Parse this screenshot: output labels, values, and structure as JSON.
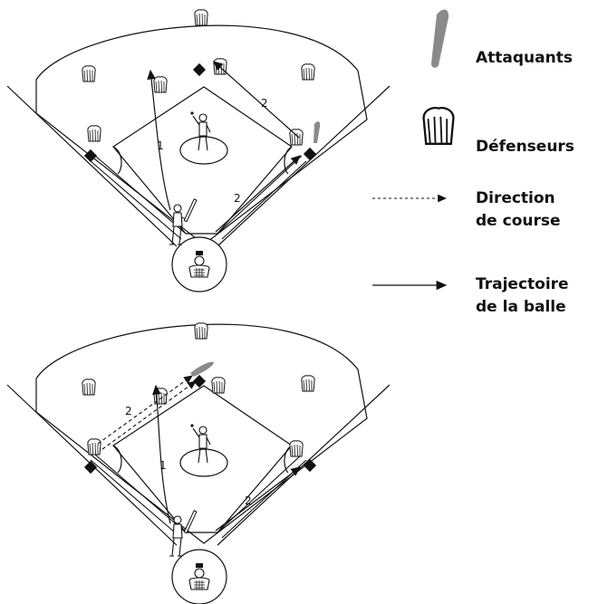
{
  "legend": {
    "attackers": "Attaquants",
    "defenders": "Défenseurs",
    "running_line1": "Direction",
    "running_line2": "de course",
    "ball_line1": "Trajectoire",
    "ball_line2": "de la balle"
  },
  "diagram_top": {
    "ball_label": "1",
    "run_label_first": "2",
    "run_label_second": "2"
  },
  "diagram_bottom": {
    "ball_label": "1",
    "run_label_third": "2",
    "run_label_first": "2"
  },
  "colors": {
    "attacker": "#8a8a8a",
    "line": "#111111",
    "background": "#ffffff"
  }
}
